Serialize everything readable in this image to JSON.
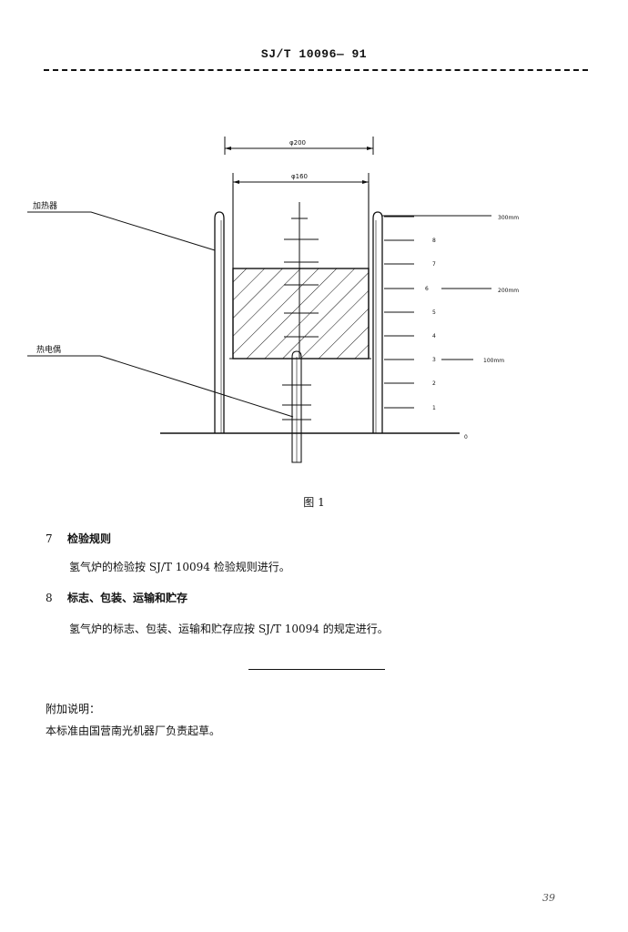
{
  "header": {
    "code": "SJ/T 10096— 91"
  },
  "figure": {
    "dim_outer": "φ200",
    "dim_inner": "φ160",
    "label_heater": "加热器",
    "label_thermocouple": "热电偶",
    "scale_right": [
      "8",
      "7",
      "6",
      "5",
      "4",
      "3",
      "2",
      "1",
      "0"
    ],
    "dist_300": "300mm",
    "dist_200": "200mm",
    "dist_100": "100mm",
    "caption": "图 1"
  },
  "section7": {
    "number": "7",
    "title": "检验规则",
    "body": "氢气炉的检验按 SJ/T 10094 检验规则进行。"
  },
  "section8": {
    "number": "8",
    "title": "标志、包装、运输和贮存",
    "body": "氢气炉的标志、包装、运输和贮存应按 SJ/T 10094 的规定进行。"
  },
  "note": {
    "heading": "附加说明：",
    "text": "本标准由国营南光机器厂负责起草。"
  },
  "page_number": "39"
}
